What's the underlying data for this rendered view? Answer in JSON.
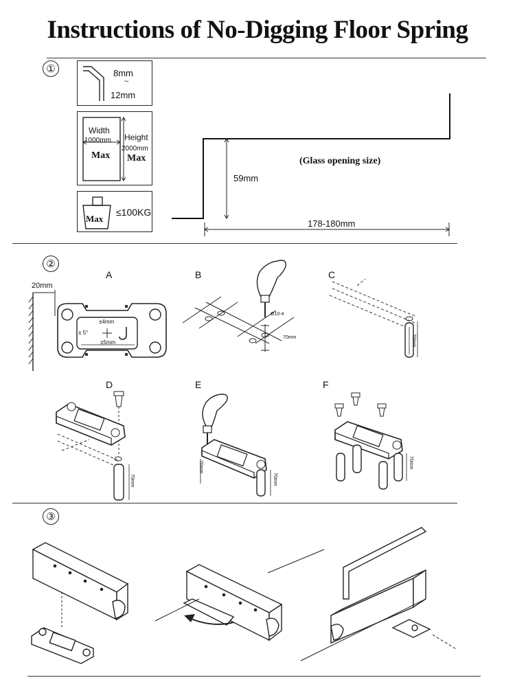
{
  "title": "Instructions of No-Digging Floor Spring",
  "section1": {
    "number": "①",
    "thickness_top": "8mm",
    "thickness_sep": "~",
    "thickness_bottom": "12mm",
    "width_label": "Width",
    "width_value": "1000mm",
    "width_max": "Max",
    "height_label": "Height",
    "height_value": "2000mm",
    "height_max": "Max",
    "weight_max": "Max",
    "weight_value": "≤100KG",
    "depth_label": "59mm",
    "opening_label": "(Glass opening size)",
    "opening_width": "178-180mm"
  },
  "section2": {
    "number": "②",
    "wall_gap": "20mm",
    "steps": [
      "A",
      "B",
      "C",
      "D",
      "E",
      "F"
    ],
    "dim_4mm": "±4mm",
    "dim_5deg": "± 5°",
    "dim_5mm": "±5mm",
    "drill_dia": "Ø10-4",
    "anchor_depth_b": "70mm",
    "anchor_depth_c": "70mm",
    "anchor_depth_d": "70mm",
    "anchor_depth_e1": "70mm",
    "anchor_depth_e2": "70mm",
    "anchor_depth_f": "70mm"
  },
  "section3": {
    "number": "③"
  }
}
